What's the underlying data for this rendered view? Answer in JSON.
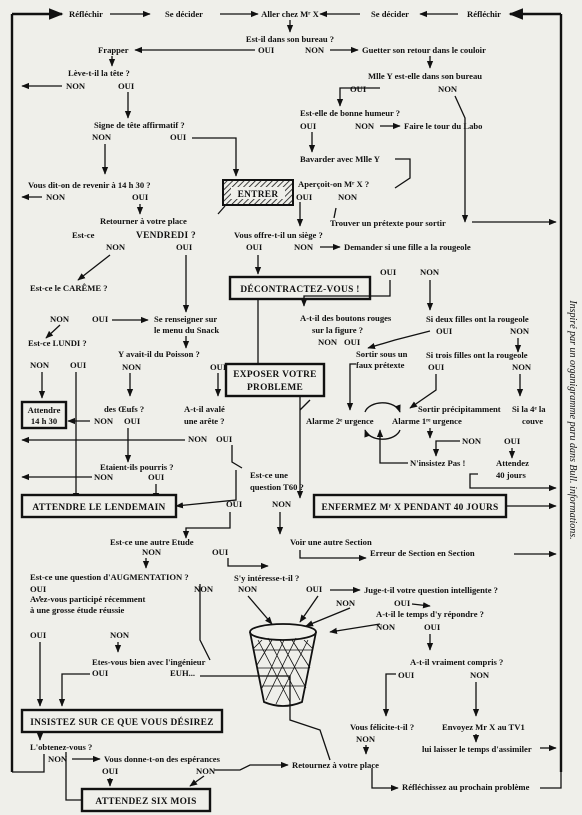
{
  "top": {
    "reflechir_left": "Réfléchir",
    "decider_left": "Se décider",
    "aller": "Aller chez Mʳ X",
    "decider_right": "Se décider",
    "reflechir_right": "Réfléchir"
  },
  "nodes": {
    "bureau": "Est-il dans son bureau ?",
    "frapper": "Frapper",
    "guetter": "Guetter son retour dans le couloir",
    "tete": "Lève-t-il la tête ?",
    "mlle_y": "Mlle Y est-elle dans son bureau",
    "signe": "Signe de tête affirmatif ?",
    "humeur": "Est-elle de bonne humeur ?",
    "tour_labo": "Faire le tour du Labo",
    "bavarder": "Bavarder avec Mlle Y",
    "entrer": "ENTRER",
    "apercoit": "Aperçoit-on Mʳ X ?",
    "revenir": "Vous dit-on de revenir à 14 h 30 ?",
    "pretexte": "Trouver un prétexte pour sortir",
    "retourner": "Retourner à votre place",
    "vendredi_a": "Est-ce",
    "vendredi_b": "VENDREDI ?",
    "siege": "Vous offre-t-il un siège ?",
    "rougeole": "Demander si une fille a la rougeole",
    "careme": "Est-ce le CARÊME ?",
    "decontractez": "DÉCONTRACTEZ-VOUS !",
    "boutons_a": "A-t-il des boutons rouges",
    "boutons_b": "sur la figure ?",
    "deux_filles": "Si deux filles ont la rougeole",
    "snack_a": "Se renseigner sur",
    "snack_b": "le menu du Snack",
    "lundi": "Est-ce LUNDI ?",
    "poisson": "Y avait-il du Poisson ?",
    "exposer_a": "EXPOSER VOTRE",
    "exposer_b": "PROBLEME",
    "sortir_faux_a": "Sortir sous un",
    "sortir_faux_b": "faux prétexte",
    "trois_filles": "Si trois filles ont la rougeole",
    "attendre_a": "Attendre",
    "attendre_b": "14 h 30",
    "oeufs": "des Œufs ?",
    "avale_a": "A-t-il avalé",
    "avale_b": "une arête ?",
    "alarme2": "Alarme 2ᵉ urgence",
    "alarme1": "Alarme 1ʳᵉ urgence",
    "sortir_precip": "Sortir précipitamment",
    "couve_a": "Si la 4ᵉ la",
    "couve_b": "couve",
    "pourris": "Etaient-ils pourris ?",
    "insistez_pas": "N'insistez Pas !",
    "attendez40_a": "Attendez",
    "attendez40_b": "40 jours",
    "lendemain": "ATTENDRE LE LENDEMAIN",
    "t60_a": "Est-ce une",
    "t60_b": "question T60 ?",
    "enfermez": "ENFERMEZ Mʳ X PENDANT 40 JOURS",
    "autre_etude": "Est-ce une autre Etude",
    "autre_section": "Voir une autre Section",
    "erreur_section": "Erreur de Section en Section",
    "augmentation": "Est-ce une question d'AUGMENTATION ?",
    "interesse": "S'y intéresse-t-il ?",
    "intelligente": "Juge-t-il votre question intelligente ?",
    "participe_a": "Avez-vous participé récemment",
    "participe_b": "à une grosse étude réussie",
    "temps": "A-t-il le temps d'y répondre ?",
    "ingenieur": "Etes-vous bien avec l'ingénieur",
    "euh": "EUH...",
    "insistez": "INSISTEZ SUR CE QUE VOUS DÉSIREZ",
    "compris": "A-t-il vraiment compris ?",
    "obtenez": "L'obtenez-vous ?",
    "felicite": "Vous félicite-t-il ?",
    "envoyez": "Envoyez Mr X au TV1",
    "esperances": "Vous donne-t-on des espérances",
    "retournez": "Retournez à votre place",
    "assimiler": "lui laisser le temps d'assimiler",
    "reflechissez": "Réfléchissez au prochain problème",
    "six_mois": "ATTENDEZ SIX MOIS"
  },
  "answers": {
    "oui": "OUI",
    "non": "NON"
  },
  "credit": "Inspiré par un organigramme paru dans Bull. informations."
}
